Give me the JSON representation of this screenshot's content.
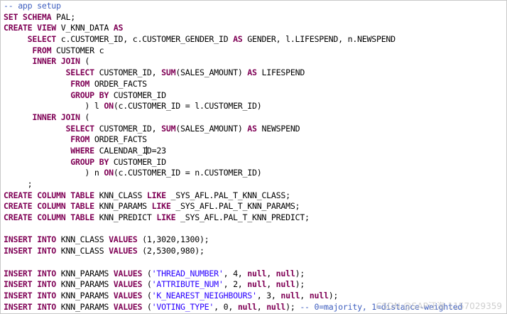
{
  "colors": {
    "keyword": "#7f0055",
    "string": "#2a00ff",
    "comment": "#3f5fbf",
    "text": "#000000"
  },
  "lines": [
    [
      {
        "t": "-- app setup",
        "c": "cmt"
      }
    ],
    [
      {
        "t": "SET SCHEMA",
        "c": "kw"
      },
      {
        "t": " PAL;",
        "c": ""
      }
    ],
    [
      {
        "t": "CREATE VIEW",
        "c": "kw"
      },
      {
        "t": " V_KNN_DATA ",
        "c": ""
      },
      {
        "t": "AS",
        "c": "kw"
      }
    ],
    [
      {
        "t": "     ",
        "c": ""
      },
      {
        "t": "SELECT",
        "c": "kw"
      },
      {
        "t": " c.CUSTOMER_ID, c.CUSTOMER_GENDER_ID ",
        "c": ""
      },
      {
        "t": "AS",
        "c": "kw"
      },
      {
        "t": " GENDER, l.LIFESPEND, n.NEWSPEND",
        "c": ""
      }
    ],
    [
      {
        "t": "      ",
        "c": ""
      },
      {
        "t": "FROM",
        "c": "kw"
      },
      {
        "t": " CUSTOMER c",
        "c": ""
      }
    ],
    [
      {
        "t": "      ",
        "c": ""
      },
      {
        "t": "INNER JOIN",
        "c": "kw"
      },
      {
        "t": " (",
        "c": ""
      }
    ],
    [
      {
        "t": "             ",
        "c": ""
      },
      {
        "t": "SELECT",
        "c": "kw"
      },
      {
        "t": " CUSTOMER_ID, ",
        "c": ""
      },
      {
        "t": "SUM",
        "c": "kw"
      },
      {
        "t": "(SALES_AMOUNT) ",
        "c": ""
      },
      {
        "t": "AS",
        "c": "kw"
      },
      {
        "t": " LIFESPEND",
        "c": ""
      }
    ],
    [
      {
        "t": "              ",
        "c": ""
      },
      {
        "t": "FROM",
        "c": "kw"
      },
      {
        "t": " ORDER_FACTS",
        "c": ""
      }
    ],
    [
      {
        "t": "              ",
        "c": ""
      },
      {
        "t": "GROUP BY",
        "c": "kw"
      },
      {
        "t": " CUSTOMER_ID",
        "c": ""
      }
    ],
    [
      {
        "t": "                 ) l ",
        "c": ""
      },
      {
        "t": "ON",
        "c": "kw"
      },
      {
        "t": "(c.CUSTOMER_ID = l.CUSTOMER_ID)",
        "c": ""
      }
    ],
    [
      {
        "t": "      ",
        "c": ""
      },
      {
        "t": "INNER JOIN",
        "c": "kw"
      },
      {
        "t": " (",
        "c": ""
      }
    ],
    [
      {
        "t": "             ",
        "c": ""
      },
      {
        "t": "SELECT",
        "c": "kw"
      },
      {
        "t": " CUSTOMER_ID, ",
        "c": ""
      },
      {
        "t": "SUM",
        "c": "kw"
      },
      {
        "t": "(SALES_AMOUNT) ",
        "c": ""
      },
      {
        "t": "AS",
        "c": "kw"
      },
      {
        "t": " NEWSPEND",
        "c": ""
      }
    ],
    [
      {
        "t": "              ",
        "c": ""
      },
      {
        "t": "FROM",
        "c": "kw"
      },
      {
        "t": " ORDER_FACTS",
        "c": ""
      }
    ],
    [
      {
        "t": "              ",
        "c": ""
      },
      {
        "t": "WHERE",
        "c": "kw"
      },
      {
        "t": " CALENDAR_I",
        "c": ""
      },
      {
        "t": "",
        "c": "caret"
      },
      {
        "t": "D=23",
        "c": ""
      }
    ],
    [
      {
        "t": "              ",
        "c": ""
      },
      {
        "t": "GROUP BY",
        "c": "kw"
      },
      {
        "t": " CUSTOMER_ID",
        "c": ""
      }
    ],
    [
      {
        "t": "                 ) n ",
        "c": ""
      },
      {
        "t": "ON",
        "c": "kw"
      },
      {
        "t": "(c.CUSTOMER_ID = n.CUSTOMER_ID)",
        "c": ""
      }
    ],
    [
      {
        "t": "     ;",
        "c": ""
      }
    ],
    [
      {
        "t": "CREATE COLUMN TABLE",
        "c": "kw"
      },
      {
        "t": " KNN_CLASS ",
        "c": ""
      },
      {
        "t": "LIKE",
        "c": "kw"
      },
      {
        "t": " _SYS_AFL.PAL_T_KNN_CLASS;",
        "c": ""
      }
    ],
    [
      {
        "t": "CREATE COLUMN TABLE",
        "c": "kw"
      },
      {
        "t": " KNN_PARAMS ",
        "c": ""
      },
      {
        "t": "LIKE",
        "c": "kw"
      },
      {
        "t": " _SYS_AFL.PAL_T_KNN_PARAMS;",
        "c": ""
      }
    ],
    [
      {
        "t": "CREATE COLUMN TABLE",
        "c": "kw"
      },
      {
        "t": " KNN_PREDICT ",
        "c": ""
      },
      {
        "t": "LIKE",
        "c": "kw"
      },
      {
        "t": " _SYS_AFL.PAL_T_KNN_PREDICT;",
        "c": ""
      }
    ],
    [
      {
        "t": "",
        "c": ""
      }
    ],
    [
      {
        "t": "INSERT INTO",
        "c": "kw"
      },
      {
        "t": " KNN_CLASS ",
        "c": ""
      },
      {
        "t": "VALUES",
        "c": "kw"
      },
      {
        "t": " (1,3020,1300);",
        "c": ""
      }
    ],
    [
      {
        "t": "INSERT INTO",
        "c": "kw"
      },
      {
        "t": " KNN_CLASS ",
        "c": ""
      },
      {
        "t": "VALUES",
        "c": "kw"
      },
      {
        "t": " (2,5300,980);",
        "c": ""
      }
    ],
    [
      {
        "t": "",
        "c": ""
      }
    ],
    [
      {
        "t": "INSERT INTO",
        "c": "kw"
      },
      {
        "t": " KNN_PARAMS ",
        "c": ""
      },
      {
        "t": "VALUES",
        "c": "kw"
      },
      {
        "t": " (",
        "c": ""
      },
      {
        "t": "'THREAD_NUMBER'",
        "c": "str"
      },
      {
        "t": ", 4, ",
        "c": ""
      },
      {
        "t": "null",
        "c": "kw"
      },
      {
        "t": ", ",
        "c": ""
      },
      {
        "t": "null",
        "c": "kw"
      },
      {
        "t": ");",
        "c": ""
      }
    ],
    [
      {
        "t": "INSERT INTO",
        "c": "kw"
      },
      {
        "t": " KNN_PARAMS ",
        "c": ""
      },
      {
        "t": "VALUES",
        "c": "kw"
      },
      {
        "t": " (",
        "c": ""
      },
      {
        "t": "'ATTRIBUTE_NUM'",
        "c": "str"
      },
      {
        "t": ", 2, ",
        "c": ""
      },
      {
        "t": "null",
        "c": "kw"
      },
      {
        "t": ", ",
        "c": ""
      },
      {
        "t": "null",
        "c": "kw"
      },
      {
        "t": ");",
        "c": ""
      }
    ],
    [
      {
        "t": "INSERT INTO",
        "c": "kw"
      },
      {
        "t": " KNN_PARAMS ",
        "c": ""
      },
      {
        "t": "VALUES",
        "c": "kw"
      },
      {
        "t": " (",
        "c": ""
      },
      {
        "t": "'K_NEAREST_NEIGHBOURS'",
        "c": "str"
      },
      {
        "t": ", 3, ",
        "c": ""
      },
      {
        "t": "null",
        "c": "kw"
      },
      {
        "t": ", ",
        "c": ""
      },
      {
        "t": "null",
        "c": "kw"
      },
      {
        "t": ");",
        "c": ""
      }
    ],
    [
      {
        "t": "INSERT INTO",
        "c": "kw"
      },
      {
        "t": " KNN_PARAMS ",
        "c": ""
      },
      {
        "t": "VALUES",
        "c": "kw"
      },
      {
        "t": " (",
        "c": ""
      },
      {
        "t": "'VOTING_TYPE'",
        "c": "str"
      },
      {
        "t": ", 0, ",
        "c": ""
      },
      {
        "t": "null",
        "c": "kw"
      },
      {
        "t": ", ",
        "c": ""
      },
      {
        "t": "null",
        "c": "kw"
      },
      {
        "t": "); ",
        "c": ""
      },
      {
        "t": "-- 0=majority, 1=distance-weighted",
        "c": "cmt"
      }
    ]
  ],
  "watermark": "CSDN @SAP汪海 1157029359"
}
